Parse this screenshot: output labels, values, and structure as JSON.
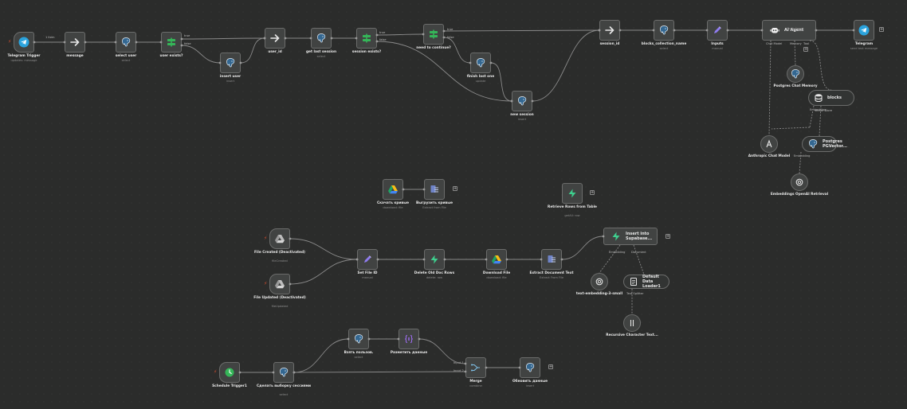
{
  "canvas": {
    "background": "#2b2c2b"
  },
  "colors": {
    "edge": "#8a8a8a",
    "node_fill": "#414342",
    "node_border": "#6b6c6b",
    "trigger_bolt": "#e2502f"
  },
  "nodes": [
    {
      "id": "telegram-trigger",
      "label": "Telegram Trigger",
      "sub": "updates: message",
      "icon": "telegram-icon",
      "shape": "trigger"
    },
    {
      "id": "message",
      "label": "message",
      "sub": "",
      "icon": "arrow-right-icon",
      "shape": "square"
    },
    {
      "id": "select-user",
      "label": "select user",
      "sub": "select",
      "icon": "postgres-icon",
      "shape": "square"
    },
    {
      "id": "user-exists",
      "label": "user exists?",
      "sub": "",
      "icon": "if-icon",
      "shape": "square"
    },
    {
      "id": "insert-user",
      "label": "insert user",
      "sub": "insert",
      "icon": "postgres-icon",
      "shape": "square"
    },
    {
      "id": "user-id",
      "label": "user_id",
      "sub": "",
      "icon": "arrow-right-icon",
      "shape": "square"
    },
    {
      "id": "get-last-session",
      "label": "get last session",
      "sub": "select",
      "icon": "postgres-icon",
      "shape": "square"
    },
    {
      "id": "session-exists",
      "label": "session exists?",
      "sub": "",
      "icon": "if-icon",
      "shape": "square"
    },
    {
      "id": "need-to-continue",
      "label": "need to continue?",
      "sub": "",
      "icon": "if-icon",
      "shape": "square"
    },
    {
      "id": "finish-last-one",
      "label": "finish last one",
      "sub": "update",
      "icon": "postgres-icon",
      "shape": "square"
    },
    {
      "id": "new-session",
      "label": "new session",
      "sub": "insert",
      "icon": "postgres-icon",
      "shape": "square"
    },
    {
      "id": "session-id",
      "label": "session_id",
      "sub": "",
      "icon": "arrow-right-icon",
      "shape": "square"
    },
    {
      "id": "blocks-collection-name",
      "label": "blocks_collection_name",
      "sub": "select",
      "icon": "postgres-icon",
      "shape": "square"
    },
    {
      "id": "inputs",
      "label": "Inputs",
      "sub": "manual",
      "icon": "pencil-icon",
      "shape": "square"
    },
    {
      "id": "ai-agent",
      "label": "AI Agent",
      "sub": "Tools Agent",
      "icon": "robot-icon",
      "shape": "wide"
    },
    {
      "id": "telegram",
      "label": "Telegram",
      "sub": "send text message",
      "icon": "telegram-icon",
      "shape": "square"
    },
    {
      "id": "postgres-chat-memory",
      "label": "Postgres Chat Memory",
      "sub": "",
      "icon": "postgres-icon",
      "shape": "circle"
    },
    {
      "id": "blocks",
      "label": "blocks",
      "sub": "",
      "icon": "database-icon",
      "shape": "pill"
    },
    {
      "id": "anthropic-chat-model",
      "label": "Anthropic Chat Model",
      "sub": "",
      "icon": "anthropic-icon",
      "shape": "circle"
    },
    {
      "id": "postgres-pgvector",
      "label": "Postgres PGVector...",
      "sub": "",
      "icon": "postgres-icon",
      "shape": "pill"
    },
    {
      "id": "embeddings-openai",
      "label": "Embeddings OpenAI Retrieval",
      "sub": "",
      "icon": "openai-icon",
      "shape": "circle"
    },
    {
      "id": "gdrive-download",
      "label": "Скачать кривые",
      "sub": "download: file",
      "icon": "google-drive-icon",
      "shape": "square"
    },
    {
      "id": "extract-from-file",
      "label": "Выгрузить кривые",
      "sub": "Extract from File",
      "icon": "extract-icon",
      "shape": "square"
    },
    {
      "id": "retrieve-rows",
      "label": "Retrieve Rows from Table",
      "sub": "getAll: row",
      "icon": "supabase-icon",
      "shape": "square"
    },
    {
      "id": "file-created",
      "label": "File Created (Deactivated)",
      "sub": "fileCreated",
      "icon": "google-drive-icon",
      "shape": "trigger"
    },
    {
      "id": "file-updated",
      "label": "File Updated (Deactivated)",
      "sub": "fileUpdated",
      "icon": "google-drive-icon",
      "shape": "trigger"
    },
    {
      "id": "set-file-id",
      "label": "Set File ID",
      "sub": "manual",
      "icon": "pencil-icon",
      "shape": "square"
    },
    {
      "id": "delete-old-doc-rows",
      "label": "Delete Old Doc Rows",
      "sub": "delete: row",
      "icon": "supabase-icon",
      "shape": "square"
    },
    {
      "id": "download-file",
      "label": "Download File",
      "sub": "download: file",
      "icon": "google-drive-icon",
      "shape": "square"
    },
    {
      "id": "extract-document-text",
      "label": "Extract Document Text",
      "sub": "Extract From File",
      "icon": "extract-icon",
      "shape": "square"
    },
    {
      "id": "insert-into-supabase",
      "label": "Insert into Supabase...",
      "sub": "",
      "icon": "supabase-icon",
      "shape": "wide"
    },
    {
      "id": "embeddings-openai-small",
      "label": "text-embedding-3-small",
      "sub": "",
      "icon": "openai-icon",
      "shape": "circle"
    },
    {
      "id": "default-data-loader",
      "label": "Default Data Loader1",
      "sub": "",
      "icon": "data-loader-icon",
      "shape": "pill"
    },
    {
      "id": "recursive-text-splitter",
      "label": "Recursive Character Text...",
      "sub": "",
      "icon": "text-splitter-icon",
      "shape": "circle"
    },
    {
      "id": "schedule-trigger",
      "label": "Schedule Trigger1",
      "sub": "",
      "icon": "clock-icon",
      "shape": "trigger"
    },
    {
      "id": "pg-select-sessions",
      "label": "Сделать выборку сессиями",
      "sub": "select",
      "icon": "postgres-icon",
      "shape": "square"
    },
    {
      "id": "pg-select-2",
      "label": "Взять пользов.",
      "sub": "select",
      "icon": "postgres-icon",
      "shape": "square"
    },
    {
      "id": "set-format",
      "label": "Разметить данные",
      "sub": "",
      "icon": "code-icon",
      "shape": "square"
    },
    {
      "id": "merge",
      "label": "Merge",
      "sub": "combine",
      "icon": "merge-icon",
      "shape": "square"
    },
    {
      "id": "pg-update",
      "label": "Обновить данные",
      "sub": "insert",
      "icon": "postgres-icon",
      "shape": "square"
    }
  ],
  "port_labels": {
    "items_count": "1 item",
    "if_true": "true",
    "if_false": "false",
    "ai_chat_model": "Chat Model",
    "ai_memory": "Memory",
    "ai_tool": "Tool",
    "ai_embedding": "Embedding",
    "ai_document": "Document",
    "ai_text_splitter": "Text Splitter",
    "vector_store": "Vector Store",
    "merge_input1": "Input 1",
    "merge_input2": "Input 2"
  }
}
